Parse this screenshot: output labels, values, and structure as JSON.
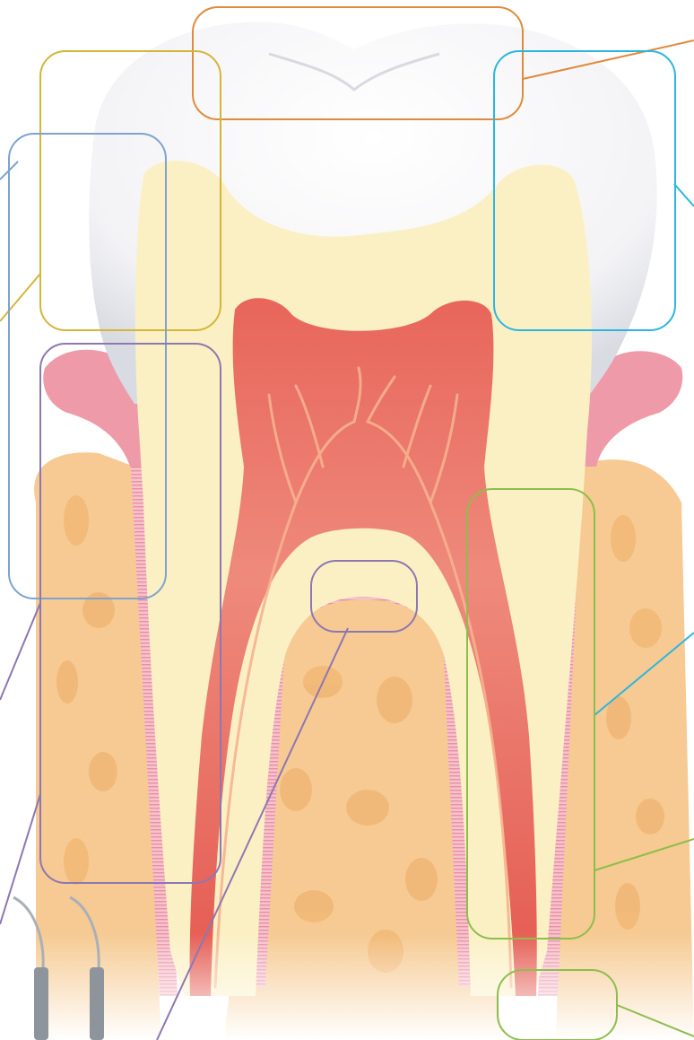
{
  "diagram": {
    "labels": [],
    "callouts": [
      {
        "id": "occlusal-surface",
        "color": "#e08a3c"
      },
      {
        "id": "cusp-left",
        "color": "#d4b53a"
      },
      {
        "id": "enamel-left",
        "color": "#7ea3cf"
      },
      {
        "id": "crown-right",
        "color": "#2bb6e0"
      },
      {
        "id": "gingiva-bone-left",
        "color": "#8d77b3"
      },
      {
        "id": "furcation",
        "color": "#8d77b3"
      },
      {
        "id": "root-right",
        "color": "#8dbe4c"
      },
      {
        "id": "apex-right",
        "color": "#8dbe4c"
      }
    ],
    "colors": {
      "enamel": "#f7f7f9",
      "dentin": "#fbf0c4",
      "pulp": "#ea7d70",
      "gingiva": "#ef9aa8",
      "bone": "#f6ca92",
      "pdl": "#f2aebb",
      "background": "#ffffff"
    },
    "instrument_icons": [
      "dental-scaler-icon",
      "dental-scaler-icon"
    ]
  }
}
